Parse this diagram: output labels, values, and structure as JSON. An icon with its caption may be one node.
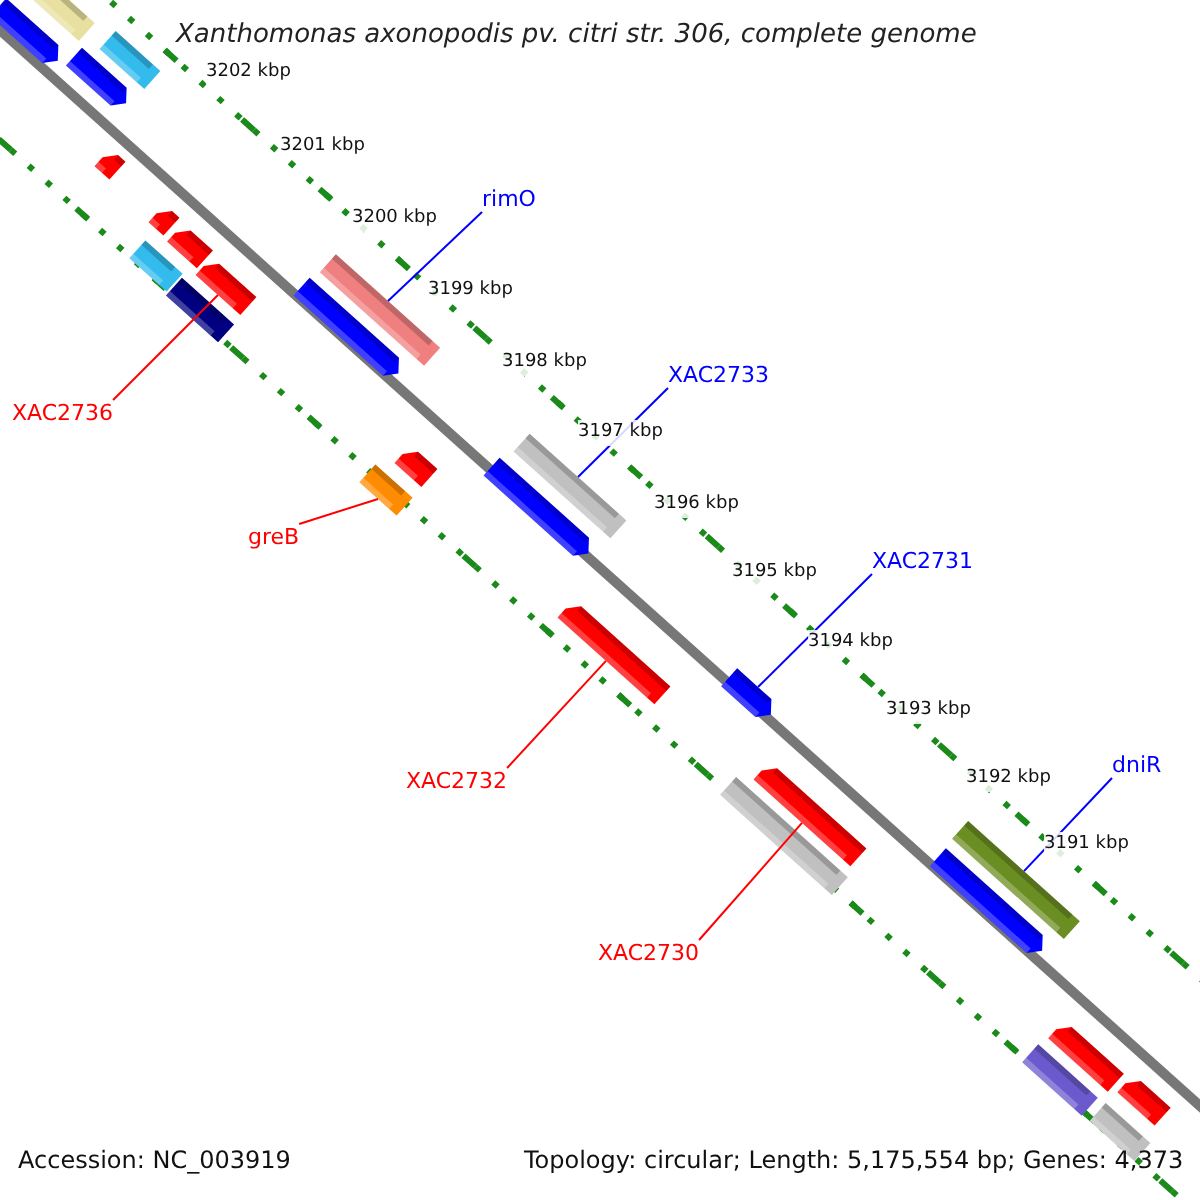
{
  "diagram": {
    "title": "Xanthomonas axonopodis pv. citri str. 306, complete genome",
    "nodes": [
      {
        "text": [
          "rimO"
        ]
      },
      {
        "text": [],
        "shape": "bar"
      },
      {
        "text": [
          "XAC2733"
        ]
      },
      {
        "text": [],
        "shape": "bar"
      },
      {
        "text": [
          "XAC2736"
        ]
      },
      {
        "text": [],
        "shape": "bar"
      },
      {
        "text": [
          "greB"
        ]
      },
      {
        "text": [],
        "shape": "bar"
      },
      {
        "text": [
          "XAC2731"
        ]
      },
      {
        "text": [],
        "shape": "bar"
      },
      {
        "text": [
          "XAC2732"
        ]
      },
      {
        "text": [],
        "shape": "bar"
      },
      {
        "text": [
          "dniR"
        ]
      },
      {
        "text": [],
        "shape": "bar"
      },
      {
        "text": [
          "XAC2730"
        ]
      },
      {
        "text": [],
        "shape": "bar"
      },
      {
        "text": [],
        "shape": "bar"
      },
      {
        "text": [],
        "shape": "bar"
      },
      {
        "text": [],
        "shape": "bar"
      },
      {
        "text": [],
        "shape": "bar"
      },
      {
        "text": [],
        "shape": "bar"
      },
      {
        "text": [],
        "shape": "bar"
      },
      {
        "text": [],
        "shape": "bar"
      },
      {
        "text": [],
        "shape": "bar"
      },
      {
        "text": [],
        "shape": "bar"
      },
      {
        "text": [],
        "shape": "bar"
      },
      {
        "text": [],
        "shape": "bar"
      },
      {
        "text": [],
        "shape": "bar"
      },
      {
        "text": [],
        "shape": "bar"
      },
      {
        "text": [],
        "shape": "bar"
      },
      {
        "text": [],
        "shape": "bar"
      },
      {
        "text": [],
        "shape": "bar"
      },
      {
        "text": [],
        "shape": "bar"
      },
      {
        "text": [],
        "shape": "bar"
      }
    ],
    "edges": [
      {
        "from": 0,
        "to": 1,
        "arrow": "none",
        "color": "#0000ff"
      },
      {
        "from": 2,
        "to": 3,
        "arrow": "none",
        "color": "#0000ff"
      },
      {
        "from": 4,
        "to": 5,
        "arrow": "none",
        "color": "#ff0000"
      },
      {
        "from": 6,
        "to": 7,
        "arrow": "none",
        "color": "#ff0000"
      },
      {
        "from": 8,
        "to": 9,
        "arrow": "none",
        "color": "#0000ff"
      },
      {
        "from": 10,
        "to": 11,
        "arrow": "none",
        "color": "#ff0000"
      },
      {
        "from": 12,
        "to": 13,
        "arrow": "none",
        "color": "#0000ff"
      },
      {
        "from": 14,
        "to": 15,
        "arrow": "none",
        "color": "#ff0000"
      }
    ],
    "labels": [
      "3202 kbp",
      "3201 kbp",
      "3200 kbp",
      "3199 kbp",
      "3198 kbp",
      "3197 kbp",
      "3196 kbp",
      "3195 kbp",
      "3194 kbp",
      "3193 kbp",
      "3192 kbp",
      "3191 kbp",
      "Accession: NC_003919",
      "Topology: circular; Length: 5,175,554 bp; Genes: 4,373"
    ]
  }
}
